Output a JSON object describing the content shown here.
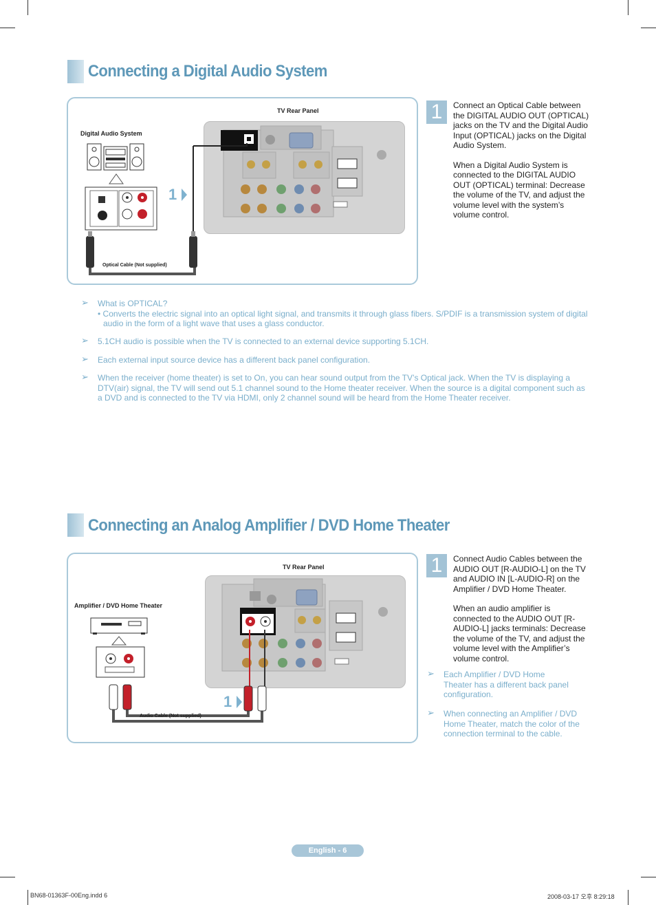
{
  "section1": {
    "title": "Connecting a Digital Audio System",
    "tv_rear_panel_label": "TV Rear Panel",
    "device_label": "Digital Audio System",
    "cable_label": "Optical Cable (Not supplied)",
    "step_marker": "1",
    "step_number": "1",
    "step_text_1": "Connect an Optical Cable between the DIGITAL AUDIO OUT (OPTICAL) jacks on the TV and the Digital Audio Input (OPTICAL) jacks on the Digital Audio System.",
    "step_text_2": "When a Digital Audio System is connected to the DIGITAL AUDIO OUT (OPTICAL) terminal: Decrease the volume of the TV, and adjust the volume level with the system’s volume control.",
    "notes": [
      {
        "title": "What is OPTICAL?",
        "sub": "• Converts the electric signal into an optical light signal, and transmits it through glass fibers. S/PDIF is a transmission system of digital audio in the form of a light wave that uses a glass conductor."
      },
      {
        "text": "5.1CH audio is possible when the TV is connected to an external device supporting 5.1CH."
      },
      {
        "text": "Each external input source device has a different back panel configuration."
      },
      {
        "text": "When the receiver (home theater) is set to On, you can hear sound output from the TV’s Optical jack. When the TV is displaying a DTV(air) signal, the TV will send out 5.1 channel sound to the Home theater receiver. When the source is a digital component such as a DVD and is connected to the TV via HDMI, only 2 channel sound will be heard from the Home Theater receiver."
      }
    ]
  },
  "section2": {
    "title": "Connecting an Analog Amplifier / DVD Home Theater",
    "tv_rear_panel_label": "TV Rear Panel",
    "device_label": "Amplifier / DVD Home Theater",
    "cable_label": "Audio Cable (Not supplied)",
    "step_marker": "1",
    "step_number": "1",
    "step_text_1": "Connect Audio Cables between the AUDIO OUT [R-AUDIO-L] on the TV and AUDIO IN [L-AUDIO-R] on the Amplifier / DVD Home Theater.",
    "step_text_2": "When an audio amplifier is connected to the AUDIO OUT [R-AUDIO-L] jacks terminals: Decrease the volume of the TV, and adjust the volume level with the Amplifier’s volume control.",
    "notes": [
      {
        "text": "Each Amplifier / DVD Home Theater has a different back panel configuration."
      },
      {
        "text": "When connecting an Amplifier / DVD Home Theater, match the color of the connection terminal to the cable."
      }
    ]
  },
  "note_arrow": "➢",
  "footer": {
    "page_label": "English - 6",
    "file_slug": "BN68-01363F-00Eng.indd   6",
    "timestamp": "2008-03-17   오후 8:29:18"
  },
  "colors": {
    "accent": "#5e98b8",
    "note_text": "#7aaecb",
    "panel_border": "#a9c9da",
    "step_box": "#a3c3d6"
  }
}
